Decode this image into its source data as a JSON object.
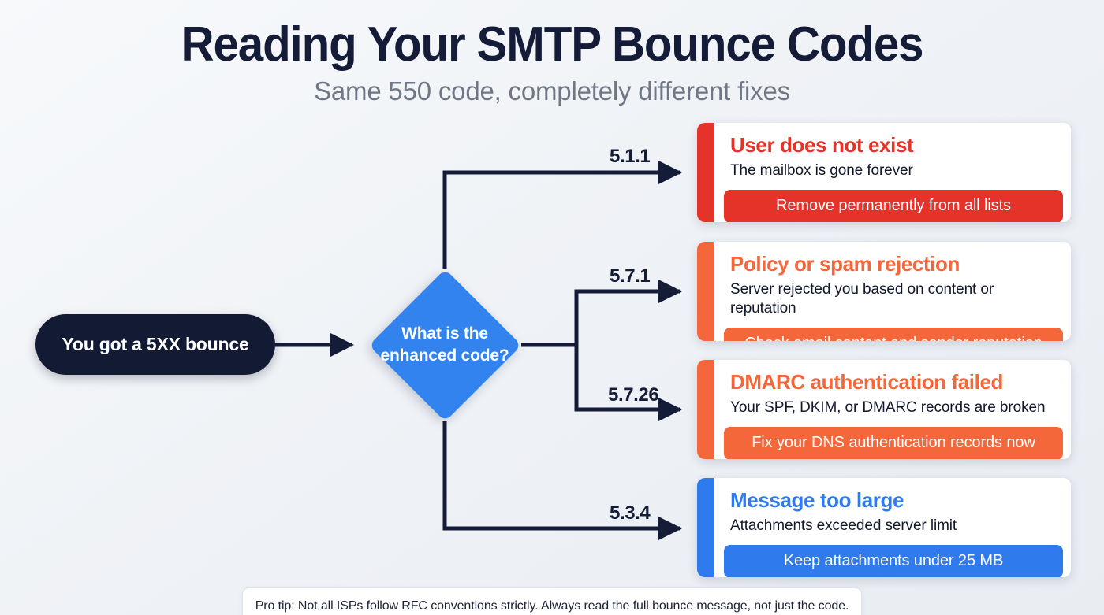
{
  "header": {
    "title": "Reading Your SMTP Bounce Codes",
    "subtitle": "Same 550 code, completely different fixes"
  },
  "flow": {
    "start_node": {
      "label": "You got a 5XX bounce",
      "bg_color": "#131a33",
      "text_color": "#ffffff"
    },
    "decision_node": {
      "label": "What is the enhanced code?",
      "bg_color": "#3383ef",
      "text_color": "#ffffff"
    },
    "branches": [
      {
        "code": "5.1.1",
        "title": "User does not exist",
        "description": "The mailbox is gone forever",
        "action": "Remove permanently from all lists",
        "color": "#e63329"
      },
      {
        "code": "5.7.1",
        "title": "Policy or spam rejection",
        "description": "Server rejected you based on content or reputation",
        "action": "Check email content and sender reputation",
        "color": "#f4673a"
      },
      {
        "code": "5.7.26",
        "title": "DMARC authentication failed",
        "description": "Your SPF, DKIM, or DMARC records are broken",
        "action": "Fix your DNS authentication records now",
        "color": "#f4673a"
      },
      {
        "code": "5.3.4",
        "title": "Message too large",
        "description": "Attachments exceeded server limit",
        "action": "Keep attachments under 25 MB",
        "color": "#2f7bee"
      }
    ],
    "connector_color": "#151c38"
  },
  "footer": {
    "tip": "Pro tip: Not all ISPs follow RFC conventions strictly. Always read the full bounce message, not just the code."
  }
}
